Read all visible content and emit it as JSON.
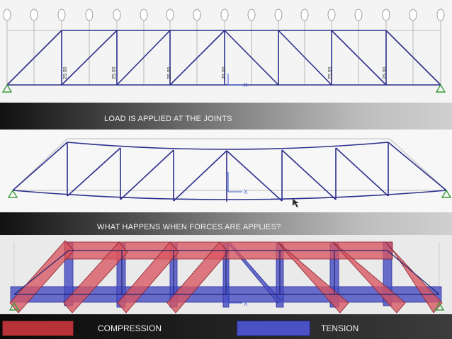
{
  "captions": {
    "joints": "LOAD IS APPLIED AT THE JOINTS",
    "forces": "WHAT HAPPENS WHEN FORCES ARE APPLIES?"
  },
  "legend": {
    "compression_label": "COMPRESSION",
    "tension_label": "TENSION",
    "compression_color": "#b8323a",
    "tension_color": "#4a51c4"
  },
  "model": {
    "load_value": "25.00",
    "axis_x_label": "X"
  }
}
